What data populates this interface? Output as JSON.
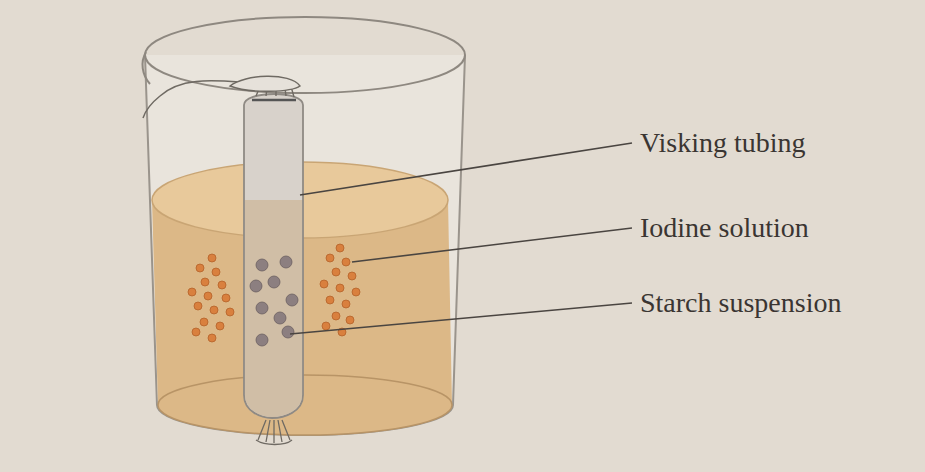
{
  "diagram": {
    "labels": [
      "Visking tubing",
      "Iodine solution",
      "Starch suspension"
    ]
  }
}
